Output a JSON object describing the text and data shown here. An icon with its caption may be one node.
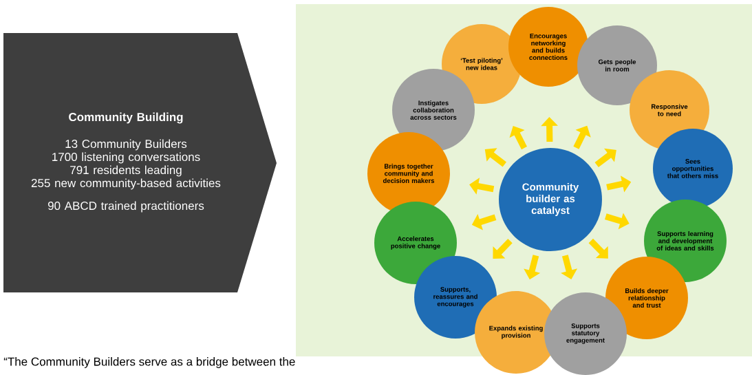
{
  "diagram": {
    "nodes": [
      {
        "text": [
          "Community Building",
          "13 Community Builders",
          "1700 listening conversations",
          "791 residents leading",
          "255 new community-based activities",
          "90 ABCD trained practitioners"
        ]
      },
      {
        "text": [
          "Community builder as catalyst"
        ]
      },
      {
        "text": [
          "‘Test piloting’ new ideas"
        ]
      },
      {
        "text": [
          "Encourages networking and builds connections"
        ]
      },
      {
        "text": [
          "Gets people in room"
        ]
      },
      {
        "text": [
          "Responsive to need"
        ]
      },
      {
        "text": [
          "Sees opportunities that others miss"
        ]
      },
      {
        "text": [
          "Supports learning and development of ideas and skills"
        ]
      },
      {
        "text": [
          "Builds deeper relationship and trust"
        ]
      },
      {
        "text": [
          "Supports statutory engagement"
        ]
      },
      {
        "text": [
          "Expands existing provision"
        ]
      },
      {
        "text": [
          "Supports, reassures and encourages"
        ]
      },
      {
        "text": [
          "Accelerates positive change"
        ]
      },
      {
        "text": [
          "Brings together community and decision makers"
        ]
      },
      {
        "text": [
          "Instigates collaboration across sectors"
        ]
      }
    ],
    "labels": [
      "“The Community Builders serve as a bridge between the"
    ]
  }
}
